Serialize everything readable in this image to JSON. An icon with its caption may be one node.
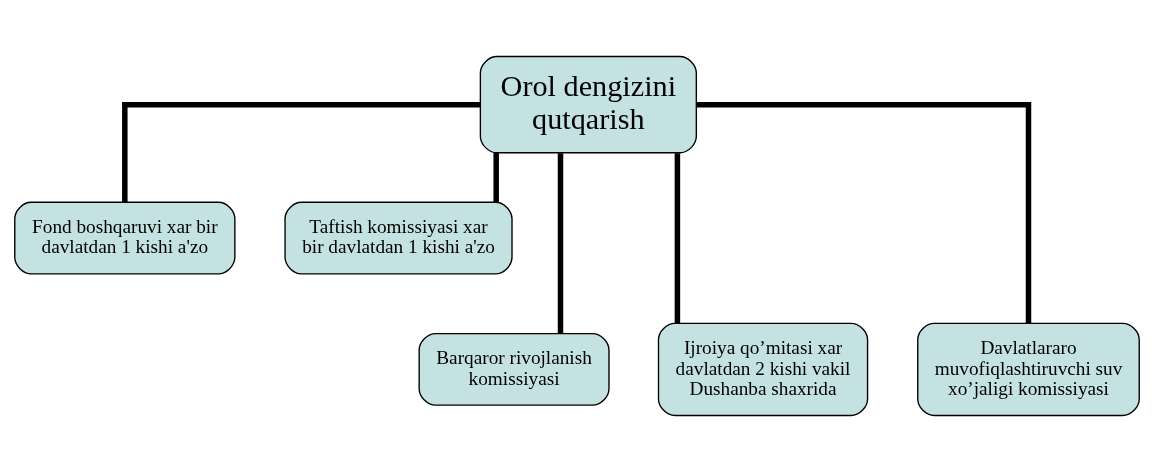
{
  "diagram": {
    "nodes": [
      {
        "text": [
          "Orol dengizini qutqarish"
        ]
      },
      {
        "text": [
          "Fond boshqaruvi xar bir davlatdan 1 kishi a'zo"
        ]
      },
      {
        "text": [
          "Taftish komissiyasi xar bir davlatdan 1 kishi a'zo"
        ]
      },
      {
        "text": [
          "Barqaror rivojlanish komissiyasi"
        ]
      },
      {
        "text": [
          "Ijroiya qo’mitasi xar davlatdan 2 kishi vakil Dushanba shaxrida"
        ]
      },
      {
        "text": [
          "Davlatlararo muvofiqlashtiruvchi suv xo’jaligi komissiyasi"
        ]
      }
    ],
    "edges": [
      {
        "from": 0,
        "to": 1,
        "arrow": "none"
      },
      {
        "from": 0,
        "to": 2,
        "arrow": "none"
      },
      {
        "from": 0,
        "to": 3,
        "arrow": "none"
      },
      {
        "from": 0,
        "to": 4,
        "arrow": "none"
      },
      {
        "from": 0,
        "to": 5,
        "arrow": "none"
      }
    ]
  }
}
